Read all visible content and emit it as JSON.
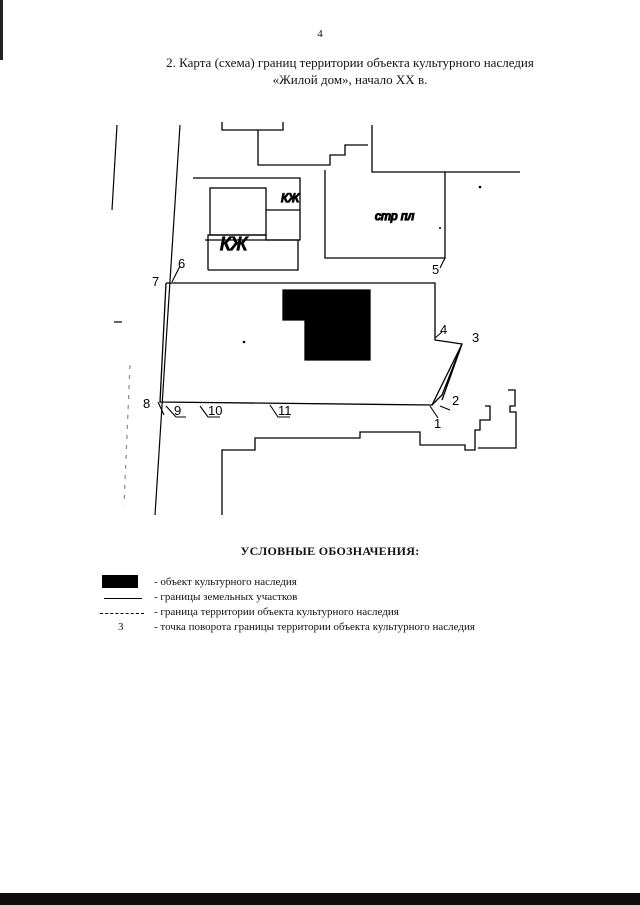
{
  "page": {
    "number": "4",
    "title_line1": "2. Карта (схема) границ территории объекта культурного наследия",
    "title_line2": "«Жилой дом», начало XX в."
  },
  "map": {
    "labels": {
      "kzh_large": "КЖ",
      "kzh_small": "КЖ",
      "str_pl": "стр пл"
    },
    "points": [
      "1",
      "2",
      "3",
      "4",
      "5",
      "6",
      "7",
      "8",
      "9",
      "10",
      "11"
    ]
  },
  "legend": {
    "title": "УСЛОВНЫЕ ОБОЗНАЧЕНИЯ:",
    "items": [
      {
        "symbol": "black-fill",
        "text": "- объект культурного наследия"
      },
      {
        "symbol": "solid-line",
        "text": "- границы земельных участков"
      },
      {
        "symbol": "dashed-line",
        "text": "- граница территории объекта культурного наследия"
      },
      {
        "symbol": "point-number",
        "symbol_text": "3",
        "text": "- точка поворота границы территории объекта культурного наследия"
      }
    ]
  }
}
